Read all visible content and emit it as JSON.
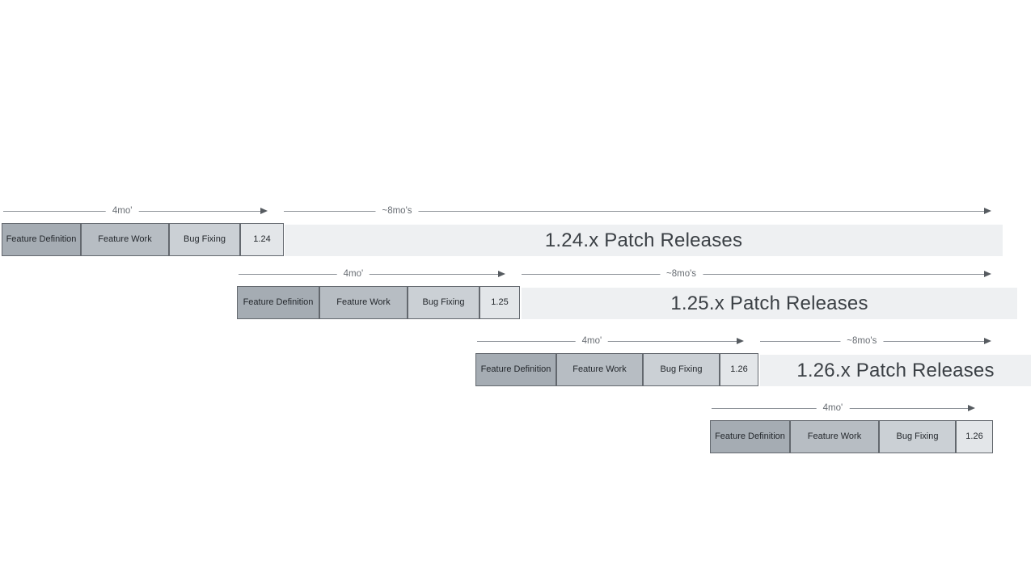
{
  "colors": {
    "feature_definition_fill": "#a5acb3",
    "feature_work_fill": "#b7bdc3",
    "bug_fixing_fill": "#cbd0d5",
    "version_box_fill": "#e3e6e9",
    "patch_bar_fill": "#eef0f2",
    "box_border": "#63686e",
    "arrow_line": "#8d9298",
    "patch_text": "#3b4045"
  },
  "rows": [
    {
      "version": "1.24",
      "phases": [
        "Feature Definition",
        "Feature Work",
        "Bug Fixing"
      ],
      "dev_duration": "4mo'",
      "patch_duration": "~8mo's",
      "patch_label": "1.24.x Patch Releases"
    },
    {
      "version": "1.25",
      "phases": [
        "Feature Definition",
        "Feature Work",
        "Bug Fixing"
      ],
      "dev_duration": "4mo'",
      "patch_duration": "~8mo's",
      "patch_label": "1.25.x Patch Releases"
    },
    {
      "version": "1.26",
      "phases": [
        "Feature Definition",
        "Feature Work",
        "Bug Fixing"
      ],
      "dev_duration": "4mo'",
      "patch_duration": "~8mo's",
      "patch_label": "1.26.x Patch Releases"
    },
    {
      "version": "1.26",
      "phases": [
        "Feature Definition",
        "Feature Work",
        "Bug Fixing"
      ],
      "dev_duration": "4mo'"
    }
  ]
}
